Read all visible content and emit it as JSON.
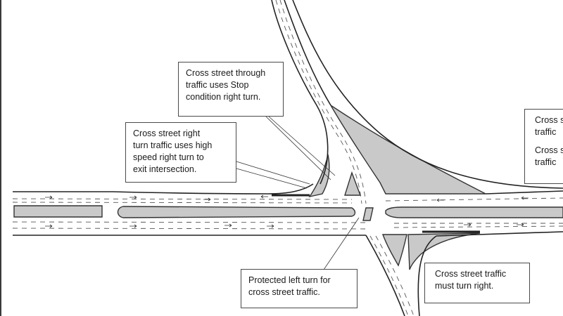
{
  "colors": {
    "pavement_edge": "#222222",
    "island_fill": "#c9c9c9",
    "island_stroke": "#333333",
    "lane_marking": "#555555",
    "leader_line": "#333333",
    "callout_border": "#4a4a4a"
  },
  "callouts": {
    "through_stop": {
      "lines": [
        "Cross street through",
        "traffic uses Stop",
        "condition right turn."
      ]
    },
    "right_turn_high_speed": {
      "lines": [
        "Cross street right",
        "turn traffic uses high",
        "speed right turn to",
        "exit intersection."
      ]
    },
    "protected_left": {
      "lines": [
        "Protected left turn for",
        "cross street traffic."
      ]
    },
    "must_turn_right": {
      "lines": [
        "Cross street traffic",
        "must turn right."
      ]
    },
    "cropped_right": {
      "lines_a": [
        "Cross s",
        "traffic"
      ],
      "lines_b": [
        "Cross s",
        "traffic"
      ]
    }
  },
  "icons": {
    "lane_arrow": "arrow-icon"
  }
}
